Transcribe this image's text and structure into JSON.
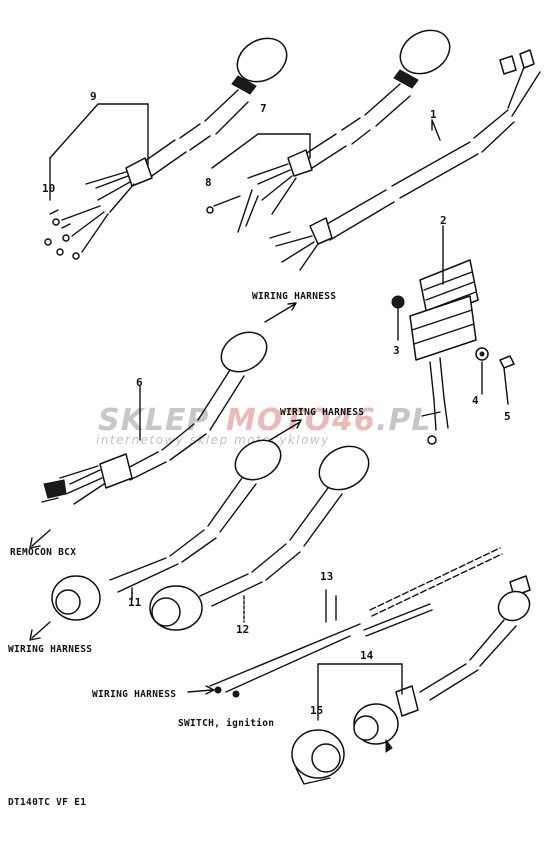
{
  "callouts": {
    "c1": "1",
    "c2": "2",
    "c3": "3",
    "c4": "4",
    "c5": "5",
    "c6": "6",
    "c7": "7",
    "c8": "8",
    "c9": "9",
    "c10": "10",
    "c11": "11",
    "c12": "12",
    "c13": "13",
    "c14": "14",
    "c15": "15"
  },
  "labels": {
    "wiring_harness_top": "WIRING HARNESS",
    "wiring_harness_mid": "WIRING HARNESS",
    "remocon_box": "REMOCON BCX",
    "wiring_harness_left": "WIRING HARNESS",
    "wiring_harness_bottom": "WIRING HARNESS",
    "switch_ignition": "SWITCH, ignition",
    "footer_code": "DT140TC VF E1"
  },
  "watermark": {
    "brand_a": "SKLEP",
    "brand_b": "MOTO",
    "brand_c": "46",
    "brand_d": ".PL",
    "tagline": "internetowy sklep motocyklowy"
  },
  "colors": {
    "ink": "#111111",
    "watermark_gray": "#9a9a9a",
    "watermark_red": "#d98080"
  }
}
